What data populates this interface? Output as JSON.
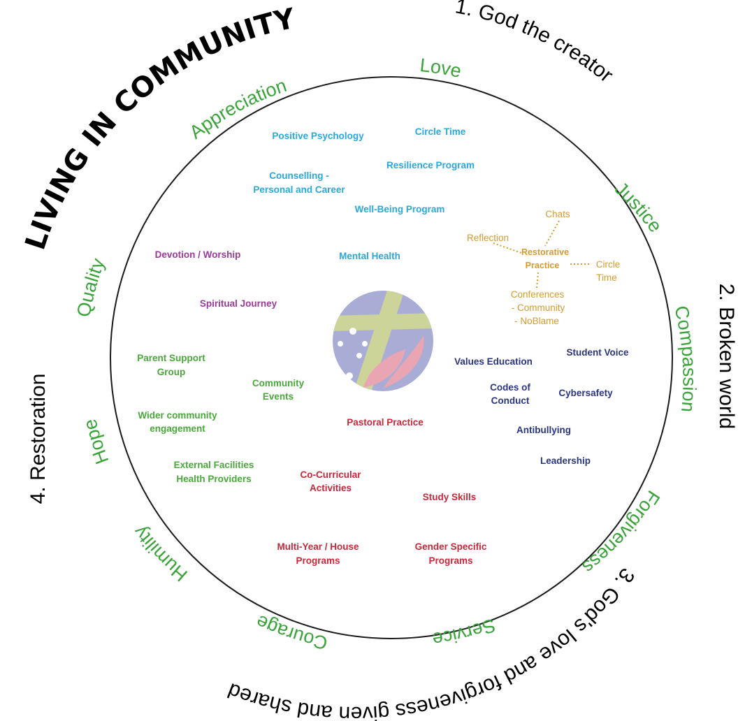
{
  "title": "LIVING IN COMMUNITY",
  "outer_labels": {
    "one": "1.  God the creator",
    "two": "2. Broken world",
    "three": "3. God's love and forgiveness given and shared",
    "four": "4. Restoration"
  },
  "values": {
    "love": "Love",
    "justice": "Justice",
    "compassion": "Compassion",
    "forgiveness": "Forgiveness",
    "service": "Service",
    "courage": "Courage",
    "humility": "Humility",
    "hope": "Hope",
    "quality": "Quality",
    "appreciation": "Appreciation"
  },
  "colors": {
    "wellbeing": "#2aa8d9",
    "spiritual": "#9a3a98",
    "community": "#49a83a",
    "pastoral": "#c8283a",
    "values": "#2a3580",
    "restorative": "#d79a2e",
    "value_words": "#3aa33a",
    "emblem_bg": "#a9acd4",
    "emblem_cross": "#cdd49a",
    "emblem_flame": "#eaa5b2"
  },
  "nodes": {
    "positive_psychology": "Positive Psychology",
    "circle_time": "Circle Time",
    "resilience_program": "Resilience Program",
    "counselling_1": "Counselling -",
    "counselling_2": "Personal and Career",
    "wellbeing_program": "Well-Being Program",
    "mental_health": "Mental Health",
    "devotion_worship": "Devotion / Worship",
    "spiritual_journey": "Spiritual Journey",
    "parent_support_1": "Parent Support",
    "parent_support_2": "Group",
    "community_events_1": "Community",
    "community_events_2": "Events",
    "wider_community_1": "Wider community",
    "wider_community_2": "engagement",
    "external_1": "External Facilities",
    "external_2": "Health Providers",
    "pastoral_practice": "Pastoral Practice",
    "co_curricular_1": "Co-Curricular",
    "co_curricular_2": "Activities",
    "study_skills": "Study Skills",
    "multi_year_1": "Multi-Year / House",
    "multi_year_2": "Programs",
    "gender_1": "Gender Specific",
    "gender_2": "Programs",
    "values_education": "Values Education",
    "student_voice": "Student Voice",
    "codes_1": "Codes of",
    "codes_2": "Conduct",
    "cybersafety": "Cybersafety",
    "antibullying": "Antibullying",
    "leadership": "Leadership"
  },
  "restorative": {
    "hub_1": "Restorative",
    "hub_2": "Practice",
    "chats": "Chats",
    "reflection": "Reflection",
    "circle_1": "Circle",
    "circle_2": "Time",
    "conf_1": "Conferences",
    "conf_2": "- Community",
    "conf_3": "- NoBlame"
  }
}
